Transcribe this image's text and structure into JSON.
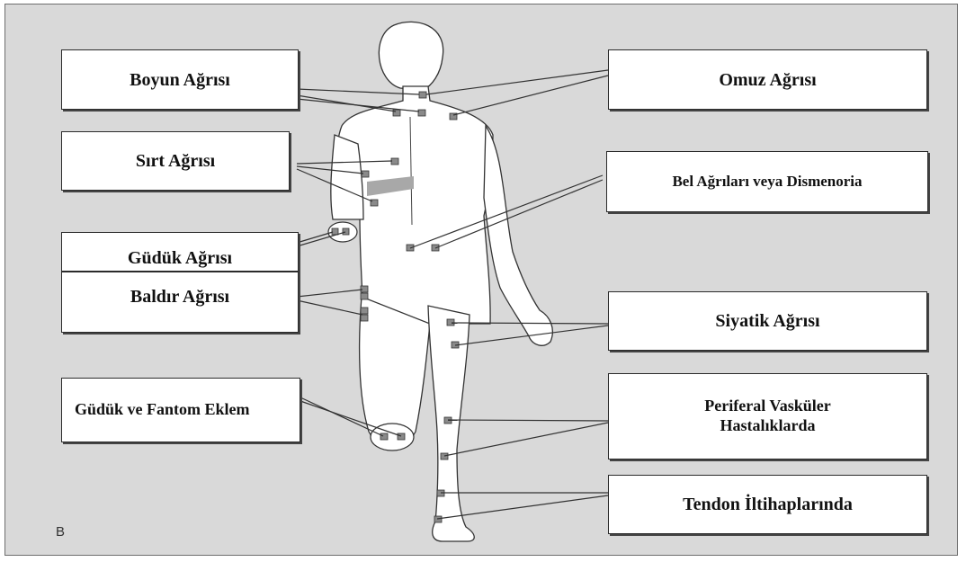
{
  "labels": {
    "boyun": "Boyun Ağrısı",
    "omuz": "Omuz Ağrısı",
    "sirt": "Sırt Ağrısı",
    "bel": "Bel Ağrıları veya Dismenoria",
    "guduk": "Güdük Ağrısı",
    "baldir": "Baldır Ağrısı",
    "siyatik": "Siyatik Ağrısı",
    "guduk_fantom": "Güdük ve Fantom Eklem",
    "periferal": "Periferal Vasküler Hastalıklarda",
    "tendon": "Tendon İltihaplarında"
  },
  "corner_letter": "B",
  "colors": {
    "background": "#d9d9d9",
    "body_fill": "#ffffff",
    "outline": "#333333",
    "marker": "#8a8a8a",
    "shaded_band": "#a8a8a8"
  }
}
